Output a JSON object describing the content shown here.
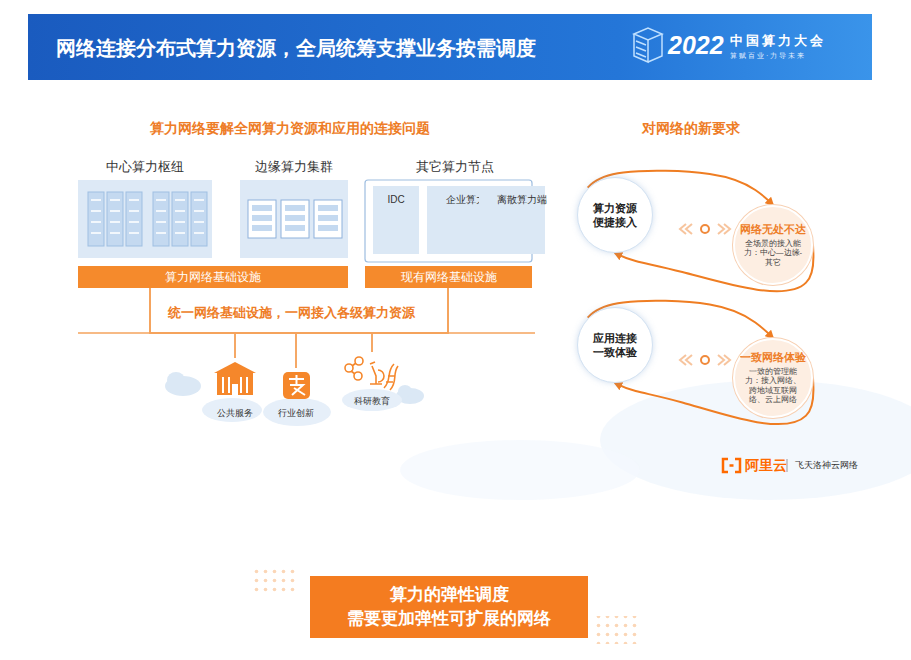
{
  "diagram": {
    "title": "网络连接分布式算力资源，全局统筹支撑业务按需调度",
    "caption": "算力的弹性调度 需要更加弹性可扩展的网络",
    "nodes": [
      {
        "text": [
          "中心算力枢纽"
        ]
      },
      {
        "text": [
          "边缘算力集群"
        ]
      },
      {
        "text": [
          "其它算力节点"
        ]
      },
      {
        "text": [
          "IDC"
        ],
        "in": 2
      },
      {
        "text": [
          "企业算力"
        ],
        "in": 2
      },
      {
        "text": [
          "离散算力端"
        ],
        "in": 2
      },
      {
        "text": [
          "算力网络基础设施"
        ]
      },
      {
        "text": [
          "现有网络基础设施"
        ]
      },
      {
        "text": [
          "公共服务"
        ]
      },
      {
        "text": [
          "行业创新"
        ]
      },
      {
        "text": [
          "科研教育"
        ]
      },
      {
        "text": [
          "算力资源便捷接入"
        ]
      },
      {
        "text": [
          "网络无处不达",
          "全场景的接入能力：中心—边缘-其它"
        ]
      },
      {
        "text": [
          "应用连接一致体验"
        ]
      },
      {
        "text": [
          "一致网络体验",
          "一致的管理能力：接入网络、跨地域互联网络、云上网络"
        ]
      }
    ],
    "edges": [
      {
        "from": 6,
        "to": 8,
        "arrow": "none"
      },
      {
        "from": 6,
        "to": 9,
        "arrow": "none"
      },
      {
        "from": 6,
        "to": 10,
        "arrow": "none"
      },
      {
        "from": 7,
        "to": 8,
        "arrow": "none"
      },
      {
        "from": 7,
        "to": 9,
        "arrow": "none"
      },
      {
        "from": 7,
        "to": 10,
        "arrow": "none"
      },
      {
        "from": 11,
        "to": 12,
        "arrow": "to"
      },
      {
        "from": 12,
        "to": 11,
        "arrow": "to"
      },
      {
        "from": 13,
        "to": 14,
        "arrow": "to"
      },
      {
        "from": 14,
        "to": 13,
        "arrow": "to"
      }
    ],
    "labels": [
      "2022",
      "中国算力大会",
      "算赋百业·力导未来",
      "算力网络要解全网算力资源和应用的连接问题",
      "对网络的新要求",
      "统一网络基础设施，一网接入各级算力资源",
      "阿里云",
      "飞天洛神云网络"
    ]
  }
}
